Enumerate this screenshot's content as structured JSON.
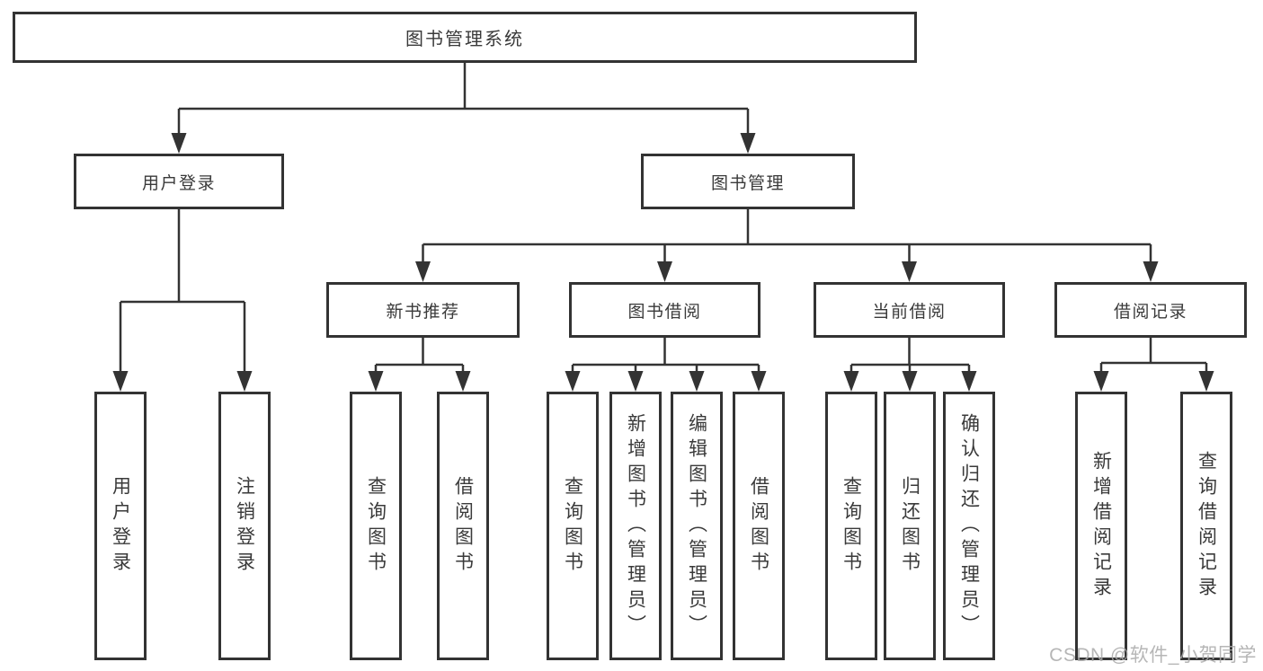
{
  "diagram_title": "图书管理系统",
  "colors": {
    "line": "#333333",
    "border": "#333333",
    "text": "#3a3a3a",
    "background": "#ffffff",
    "watermark": "#aaaaaa"
  },
  "tree": {
    "root": "图书管理系统",
    "user_login": {
      "label": "用户登录",
      "children": [
        "用户登录",
        "注销登录"
      ]
    },
    "book_mgmt": {
      "label": "图书管理",
      "sections": {
        "new_books": {
          "label": "新书推荐",
          "children": [
            "查询图书",
            "借阅图书"
          ]
        },
        "borrow": {
          "label": "图书借阅",
          "children": [
            "查询图书",
            "新增图书（管理员）",
            "编辑图书（管理员）",
            "借阅图书"
          ]
        },
        "current": {
          "label": "当前借阅",
          "children": [
            "查询图书",
            "归还图书",
            "确认归还（管理员）"
          ]
        },
        "records": {
          "label": "借阅记录",
          "children": [
            "新增借阅记录",
            "查询借阅记录"
          ]
        }
      }
    }
  },
  "watermark": {
    "text": "CSDN @软件_小贺同学"
  }
}
